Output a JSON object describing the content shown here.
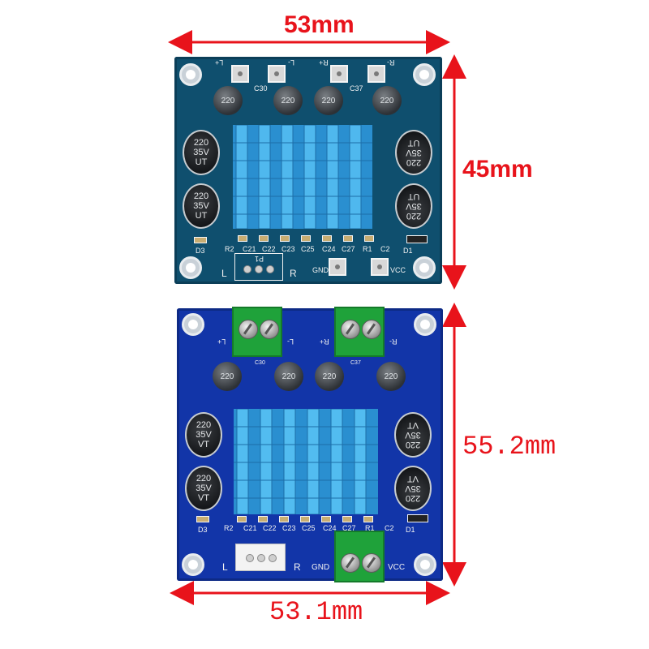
{
  "dimensions": {
    "top_width": "53mm",
    "top_height": "45mm",
    "bottom_height": "55.2mm",
    "bottom_width": "53.1mm"
  },
  "board_top": {
    "pad_labels": [
      "L+",
      "L-",
      "R+",
      "R-"
    ],
    "cap_small": [
      "C30",
      "C37"
    ],
    "inductor_label": "220",
    "cap_left": [
      "220",
      "35V",
      "UT"
    ],
    "cap_right": [
      "220",
      "35V",
      "UT"
    ],
    "bottom_parts": [
      "R2",
      "C21",
      "C22",
      "C23",
      "C25",
      "C24",
      "C27",
      "R1",
      "C2"
    ],
    "d3": "D3",
    "d1": "D1",
    "p1": "P1",
    "l": "L",
    "r": "R",
    "gnd": "GND",
    "vcc": "VCC"
  },
  "board_bottom": {
    "pad_labels": [
      "L+",
      "L-",
      "R+",
      "R-"
    ],
    "cap_small": [
      "C30",
      "C37"
    ],
    "inductor_label": "220",
    "cap_left": [
      "220",
      "35V",
      "VT"
    ],
    "cap_right": [
      "220",
      "35V",
      "VT"
    ],
    "bottom_parts": [
      "R2",
      "C21",
      "C22",
      "C23",
      "C25",
      "C24",
      "C27",
      "R1",
      "C2"
    ],
    "d3": "D3",
    "d1": "D1",
    "l": "L",
    "r": "R",
    "gnd": "GND",
    "vcc": "VCC"
  },
  "colors": {
    "dimension": "#e8131b",
    "pcb_top": "#0f4f6e",
    "pcb_bottom": "#1235a8",
    "heatsink": "#2aa3e0",
    "terminal": "#1fa23a"
  }
}
